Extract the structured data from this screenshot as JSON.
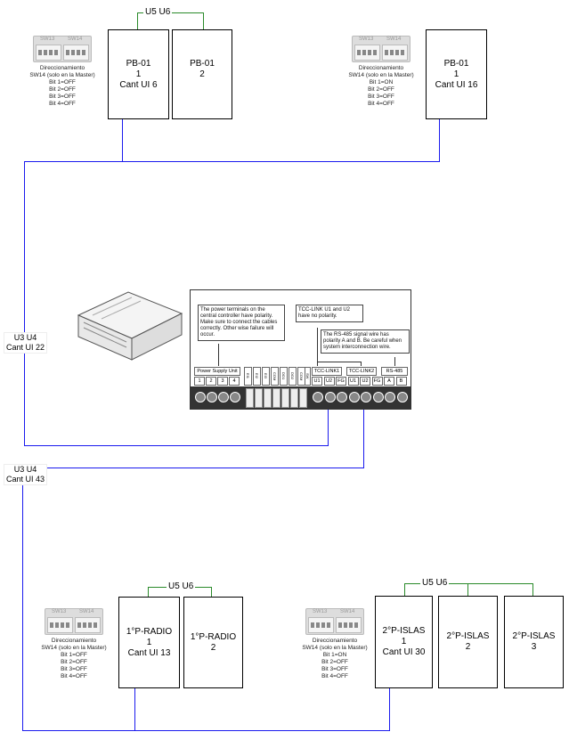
{
  "groups": {
    "top_left": {
      "bus": "U5 U6",
      "units": [
        {
          "name": "PB-01",
          "num": "1",
          "cant": "Cant UI 6"
        },
        {
          "name": "PB-01",
          "num": "2"
        }
      ],
      "addr": {
        "title": "Direccionamiento",
        "subtitle": "SW14 (solo en la Master)",
        "bits": [
          "Bit 1=OFF",
          "Bit 2=OFF",
          "Bit 3=OFF",
          "Bit 4=OFF"
        ]
      }
    },
    "top_right": {
      "units": [
        {
          "name": "PB-01",
          "num": "1",
          "cant": "Cant UI 16"
        }
      ],
      "addr": {
        "title": "Direccionamiento",
        "subtitle": "SW14 (solo en la Master)",
        "bits": [
          "Bit 1=ON",
          "Bit 2=OFF",
          "Bit 3=OFF",
          "Bit 4=OFF"
        ]
      }
    },
    "bottom_left": {
      "bus": "U5 U6",
      "units": [
        {
          "name": "1°P-RADIO",
          "num": "1",
          "cant": "Cant UI 13"
        },
        {
          "name": "1°P-RADIO",
          "num": "2"
        }
      ],
      "addr": {
        "title": "Direccionamiento",
        "subtitle": "SW14 (solo en la Master)",
        "bits": [
          "Bit 1=OFF",
          "Bit 2=OFF",
          "Bit 3=OFF",
          "Bit 4=OFF"
        ]
      }
    },
    "bottom_right": {
      "bus": "U5 U6",
      "units": [
        {
          "name": "2°P-ISLAS",
          "num": "1",
          "cant": "Cant UI 30"
        },
        {
          "name": "2°P-ISLAS",
          "num": "2"
        },
        {
          "name": "2°P-ISLAS",
          "num": "3"
        }
      ],
      "addr": {
        "title": "Direccionamiento",
        "subtitle": "SW14 (solo en la Master)",
        "bits": [
          "Bit 1=ON",
          "Bit 2=OFF",
          "Bit 3=OFF",
          "Bit 4=OFF"
        ]
      }
    }
  },
  "switch": {
    "sw13": "SW13",
    "sw14": "SW14",
    "on": "ON"
  },
  "lines": [
    {
      "bus": "U3 U4",
      "cant": "Cant UI 22"
    },
    {
      "bus": "U3 U4",
      "cant": "Cant UI 43"
    }
  ],
  "controller": {
    "note_power": "The power terminals on the central controller have polarity. Make sure to connect the cables correctly. Other wise failure will occur.",
    "note_tcc": "TCC-LINK U1 and U2 have no polarity.",
    "note_rs485": "The RS-485 signal wire has polarity A and B. Be careful when system interconnection wire.",
    "power_label": "Power Supply Unit",
    "power_terms": [
      "1",
      "2",
      "3",
      "4"
    ],
    "io_terms": [
      "EI1",
      "EI2",
      "EI3",
      "COM",
      "DO1",
      "DO2",
      "COM"
    ],
    "sw_label": "SW",
    "tcc1": "TCC-LINK1",
    "tcc2": "TCC-LINK2",
    "rs485": "RS-485",
    "link_terms": [
      "U1",
      "U2",
      "FG",
      "U1",
      "U2",
      "FG",
      "A",
      "B"
    ]
  },
  "colors": {
    "bus_u3u4": "#1a1aee",
    "bus_u5u6": "#2a8a2a"
  }
}
